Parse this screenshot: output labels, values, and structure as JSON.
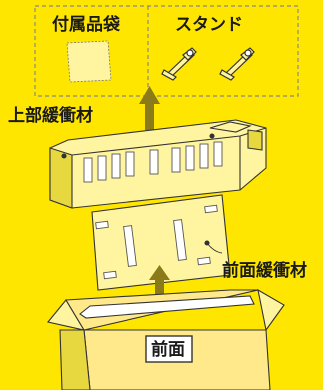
{
  "labels": {
    "accessory_bag": "付属品袋",
    "stand": "スタンド",
    "top_cushion": "上部緩衝材",
    "front_cushion": "前面緩衝材",
    "box_front": "前面"
  },
  "colors": {
    "background": "#ffe600",
    "cushion": "#fff5a0",
    "cushion_shade": "#e8d840",
    "outline": "#333333",
    "arrow": "#8a7a1a",
    "box": "#ffe98a"
  }
}
